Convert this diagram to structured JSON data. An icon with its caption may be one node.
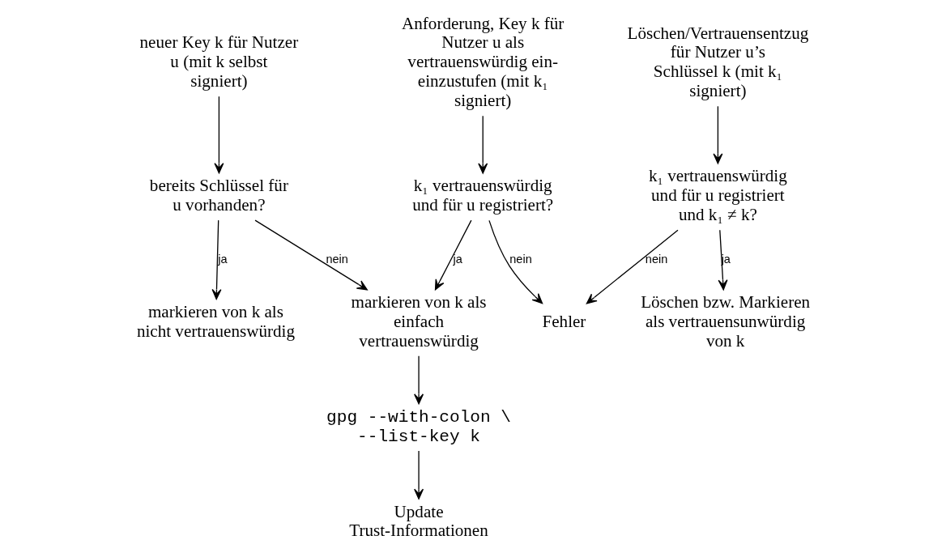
{
  "diagram": {
    "nodes": [
      {
        "text": [
          "neuer Key k für Nutzer u (mit k selbst signiert)"
        ]
      },
      {
        "text": [
          "Anforderung, Key k für Nutzer u als vertrauenswürdig ein- einzustufen (mit k₁ signiert)"
        ]
      },
      {
        "text": [
          "Löschen/Vertrauensentzug für Nutzer u’s Schlüssel k (mit k₁ signiert)"
        ]
      },
      {
        "text": [
          "bereits Schlüssel für u vorhanden?"
        ]
      },
      {
        "text": [
          "k₁ vertrauenswürdig und für u registriert?"
        ]
      },
      {
        "text": [
          "k₁ vertrauenswürdig und für u registriert und k₁ ≠ k?"
        ]
      },
      {
        "text": [
          "markieren von k als nicht vertrauenswürdig"
        ]
      },
      {
        "text": [
          "markieren von k als einfach vertrauenswürdig"
        ]
      },
      {
        "text": [
          "Fehler"
        ]
      },
      {
        "text": [
          "Löschen bzw. Markieren als vertrauensunwürdig von k"
        ]
      },
      {
        "text": [
          "gpg --with-colon \\ --list-key k"
        ]
      },
      {
        "text": [
          "Update Trust-Informationen"
        ]
      }
    ],
    "edges": [
      {
        "from": 0,
        "to": 3,
        "arrow": "to"
      },
      {
        "from": 1,
        "to": 4,
        "arrow": "to"
      },
      {
        "from": 2,
        "to": 5,
        "arrow": "to"
      },
      {
        "from": 3,
        "to": 6,
        "arrow": "to",
        "label": "ja"
      },
      {
        "from": 3,
        "to": 7,
        "arrow": "to",
        "label": "nein"
      },
      {
        "from": 4,
        "to": 7,
        "arrow": "to",
        "label": "ja"
      },
      {
        "from": 4,
        "to": 8,
        "arrow": "to",
        "label": "nein"
      },
      {
        "from": 5,
        "to": 8,
        "arrow": "to",
        "label": "nein"
      },
      {
        "from": 5,
        "to": 9,
        "arrow": "to",
        "label": "ja"
      },
      {
        "from": 7,
        "to": 10,
        "arrow": "to"
      },
      {
        "from": 10,
        "to": 11,
        "arrow": "to"
      }
    ]
  }
}
